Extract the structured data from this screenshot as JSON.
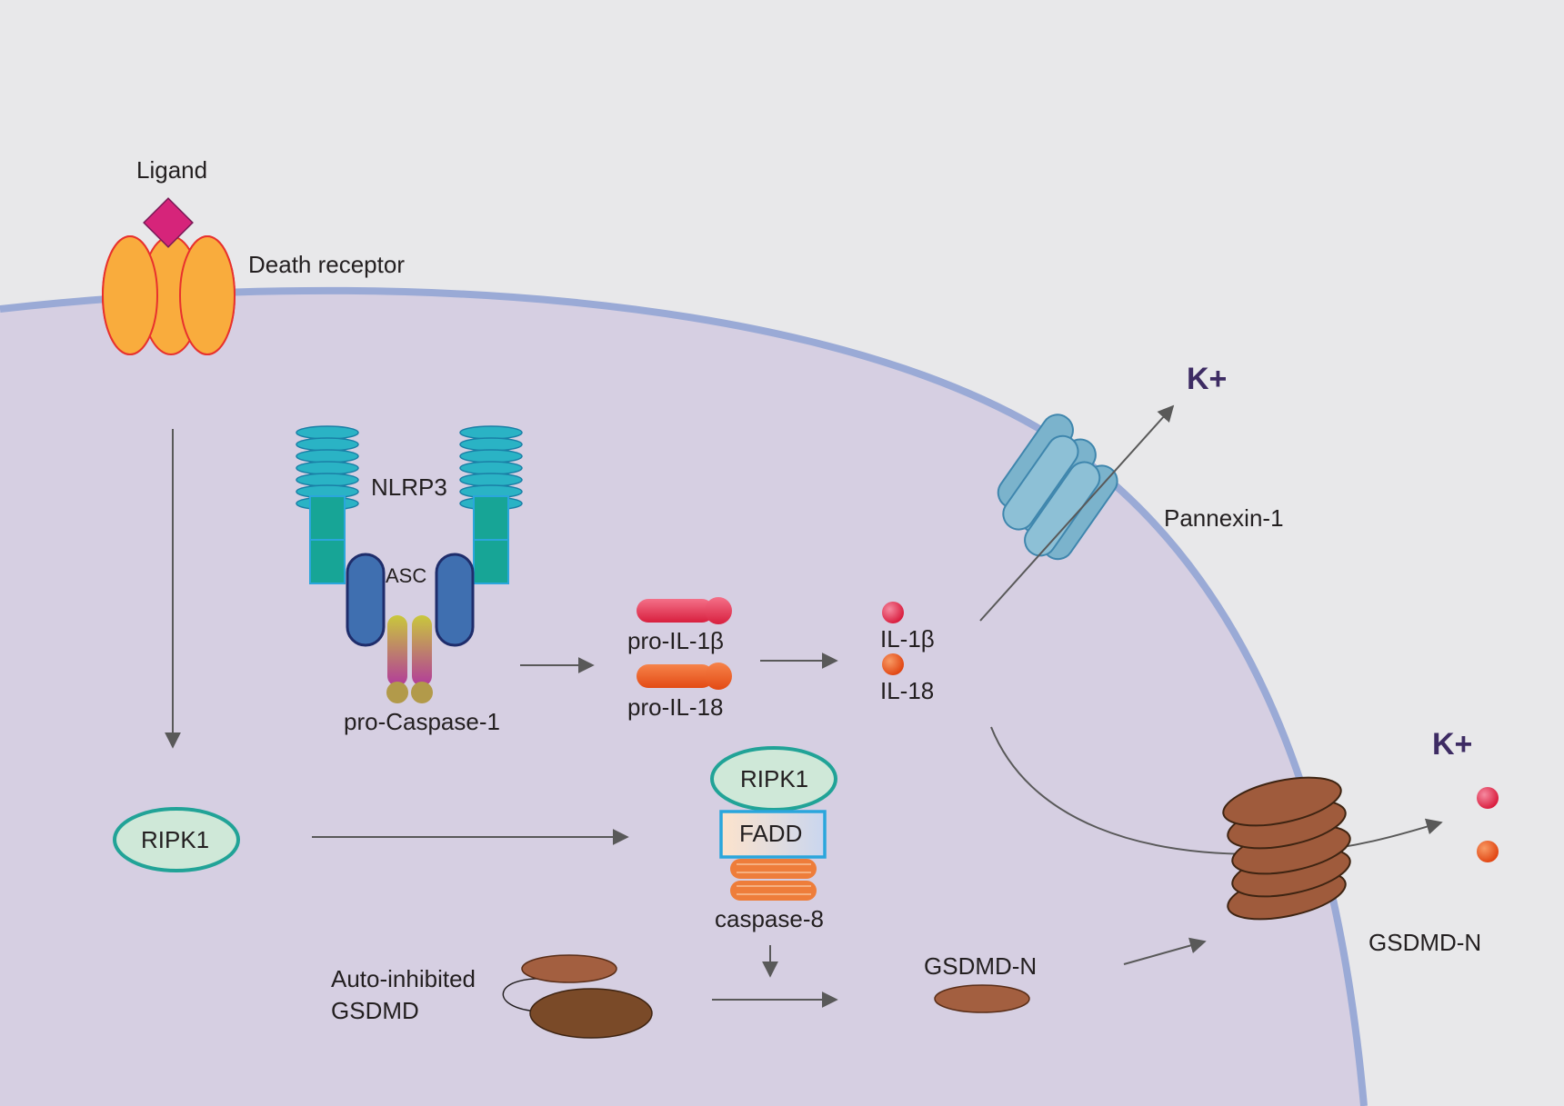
{
  "labels": {
    "ligand": "Ligand",
    "death_receptor": "Death receptor",
    "nlrp3": "NLRP3",
    "asc": "ASC",
    "pro_caspase1": "pro-Caspase-1",
    "pro_il1b": "pro-IL-1β",
    "pro_il18": "pro-IL-18",
    "il1b": "IL-1β",
    "il18": "IL-18",
    "k_plus_top": "K+",
    "k_plus_right": "K+",
    "pannexin1": "Pannexin-1",
    "ripk1_left": "RIPK1",
    "ripk1_complex": "RIPK1",
    "fadd": "FADD",
    "caspase8": "caspase-8",
    "auto_inhibited_line1": "Auto-inhibited",
    "auto_inhibited_line2": "GSDMD",
    "gsdmd_n_center": "GSDMD-N",
    "gsdmd_n_pore": "GSDMD-N"
  },
  "colors": {
    "background": "#e8e8ea",
    "cytoplasm": "#d6cfe2",
    "membrane": "#9aaad6",
    "receptor": "#f9ac3d",
    "ligand": "#d6247a",
    "nlrp3": "#1fa0a8",
    "asc": "#3f6fb0",
    "il1b": "#e02d4a",
    "il18": "#ec5a1e",
    "pannexin": "#7bb3cc",
    "ripk1": "#cfe8d8",
    "fadd": "#fde8d4",
    "caspase8": "#ee7d3a",
    "gsdmd": "#9f5b3c",
    "arrow": "#595959"
  }
}
